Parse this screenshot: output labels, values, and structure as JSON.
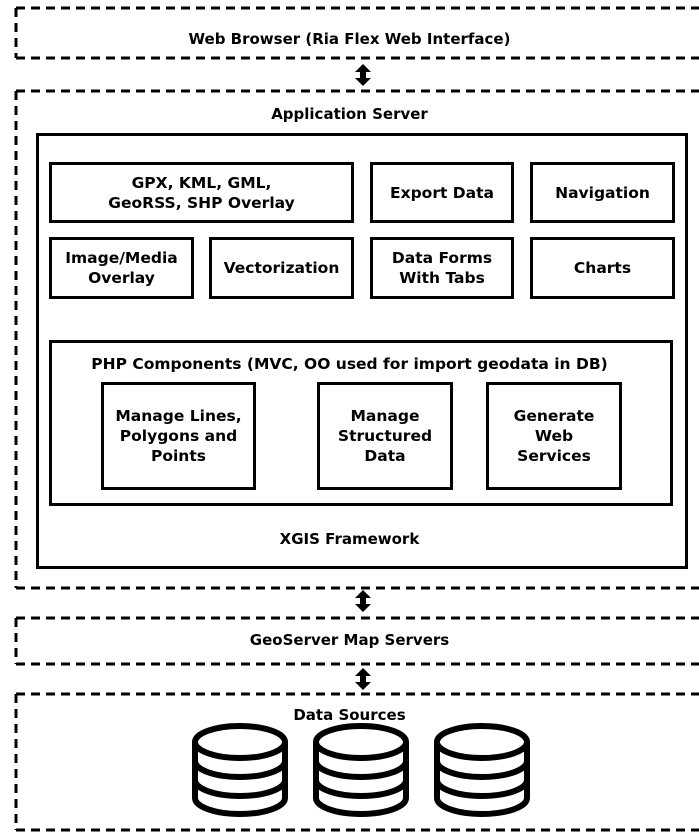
{
  "layers": {
    "browser": "Web Browser (Ria Flex Web Interface)",
    "app_server": "Application Server",
    "geoserver": "GeoServer Map Servers",
    "data_sources": "Data Sources"
  },
  "framework": {
    "label": "XGIS Framework",
    "modules": {
      "overlay": "GPX, KML, GML,\nGeoRSS, SHP Overlay",
      "export": "Export Data",
      "navigation": "Navigation",
      "image_overlay": "Image/Media\nOverlay",
      "vectorization": "Vectorization",
      "data_forms": "Data Forms\nWith Tabs",
      "charts": "Charts"
    },
    "php": {
      "label": "PHP Components (MVC, OO used for import geodata in DB)",
      "manage_lines": "Manage Lines,\nPolygons and\nPoints",
      "manage_structured": "Manage\nStructured\nData",
      "generate_ws": "Generate\nWeb\nServices"
    }
  },
  "databases": [
    {
      "icon": "database-icon"
    },
    {
      "icon": "database-icon"
    },
    {
      "icon": "database-icon"
    }
  ]
}
